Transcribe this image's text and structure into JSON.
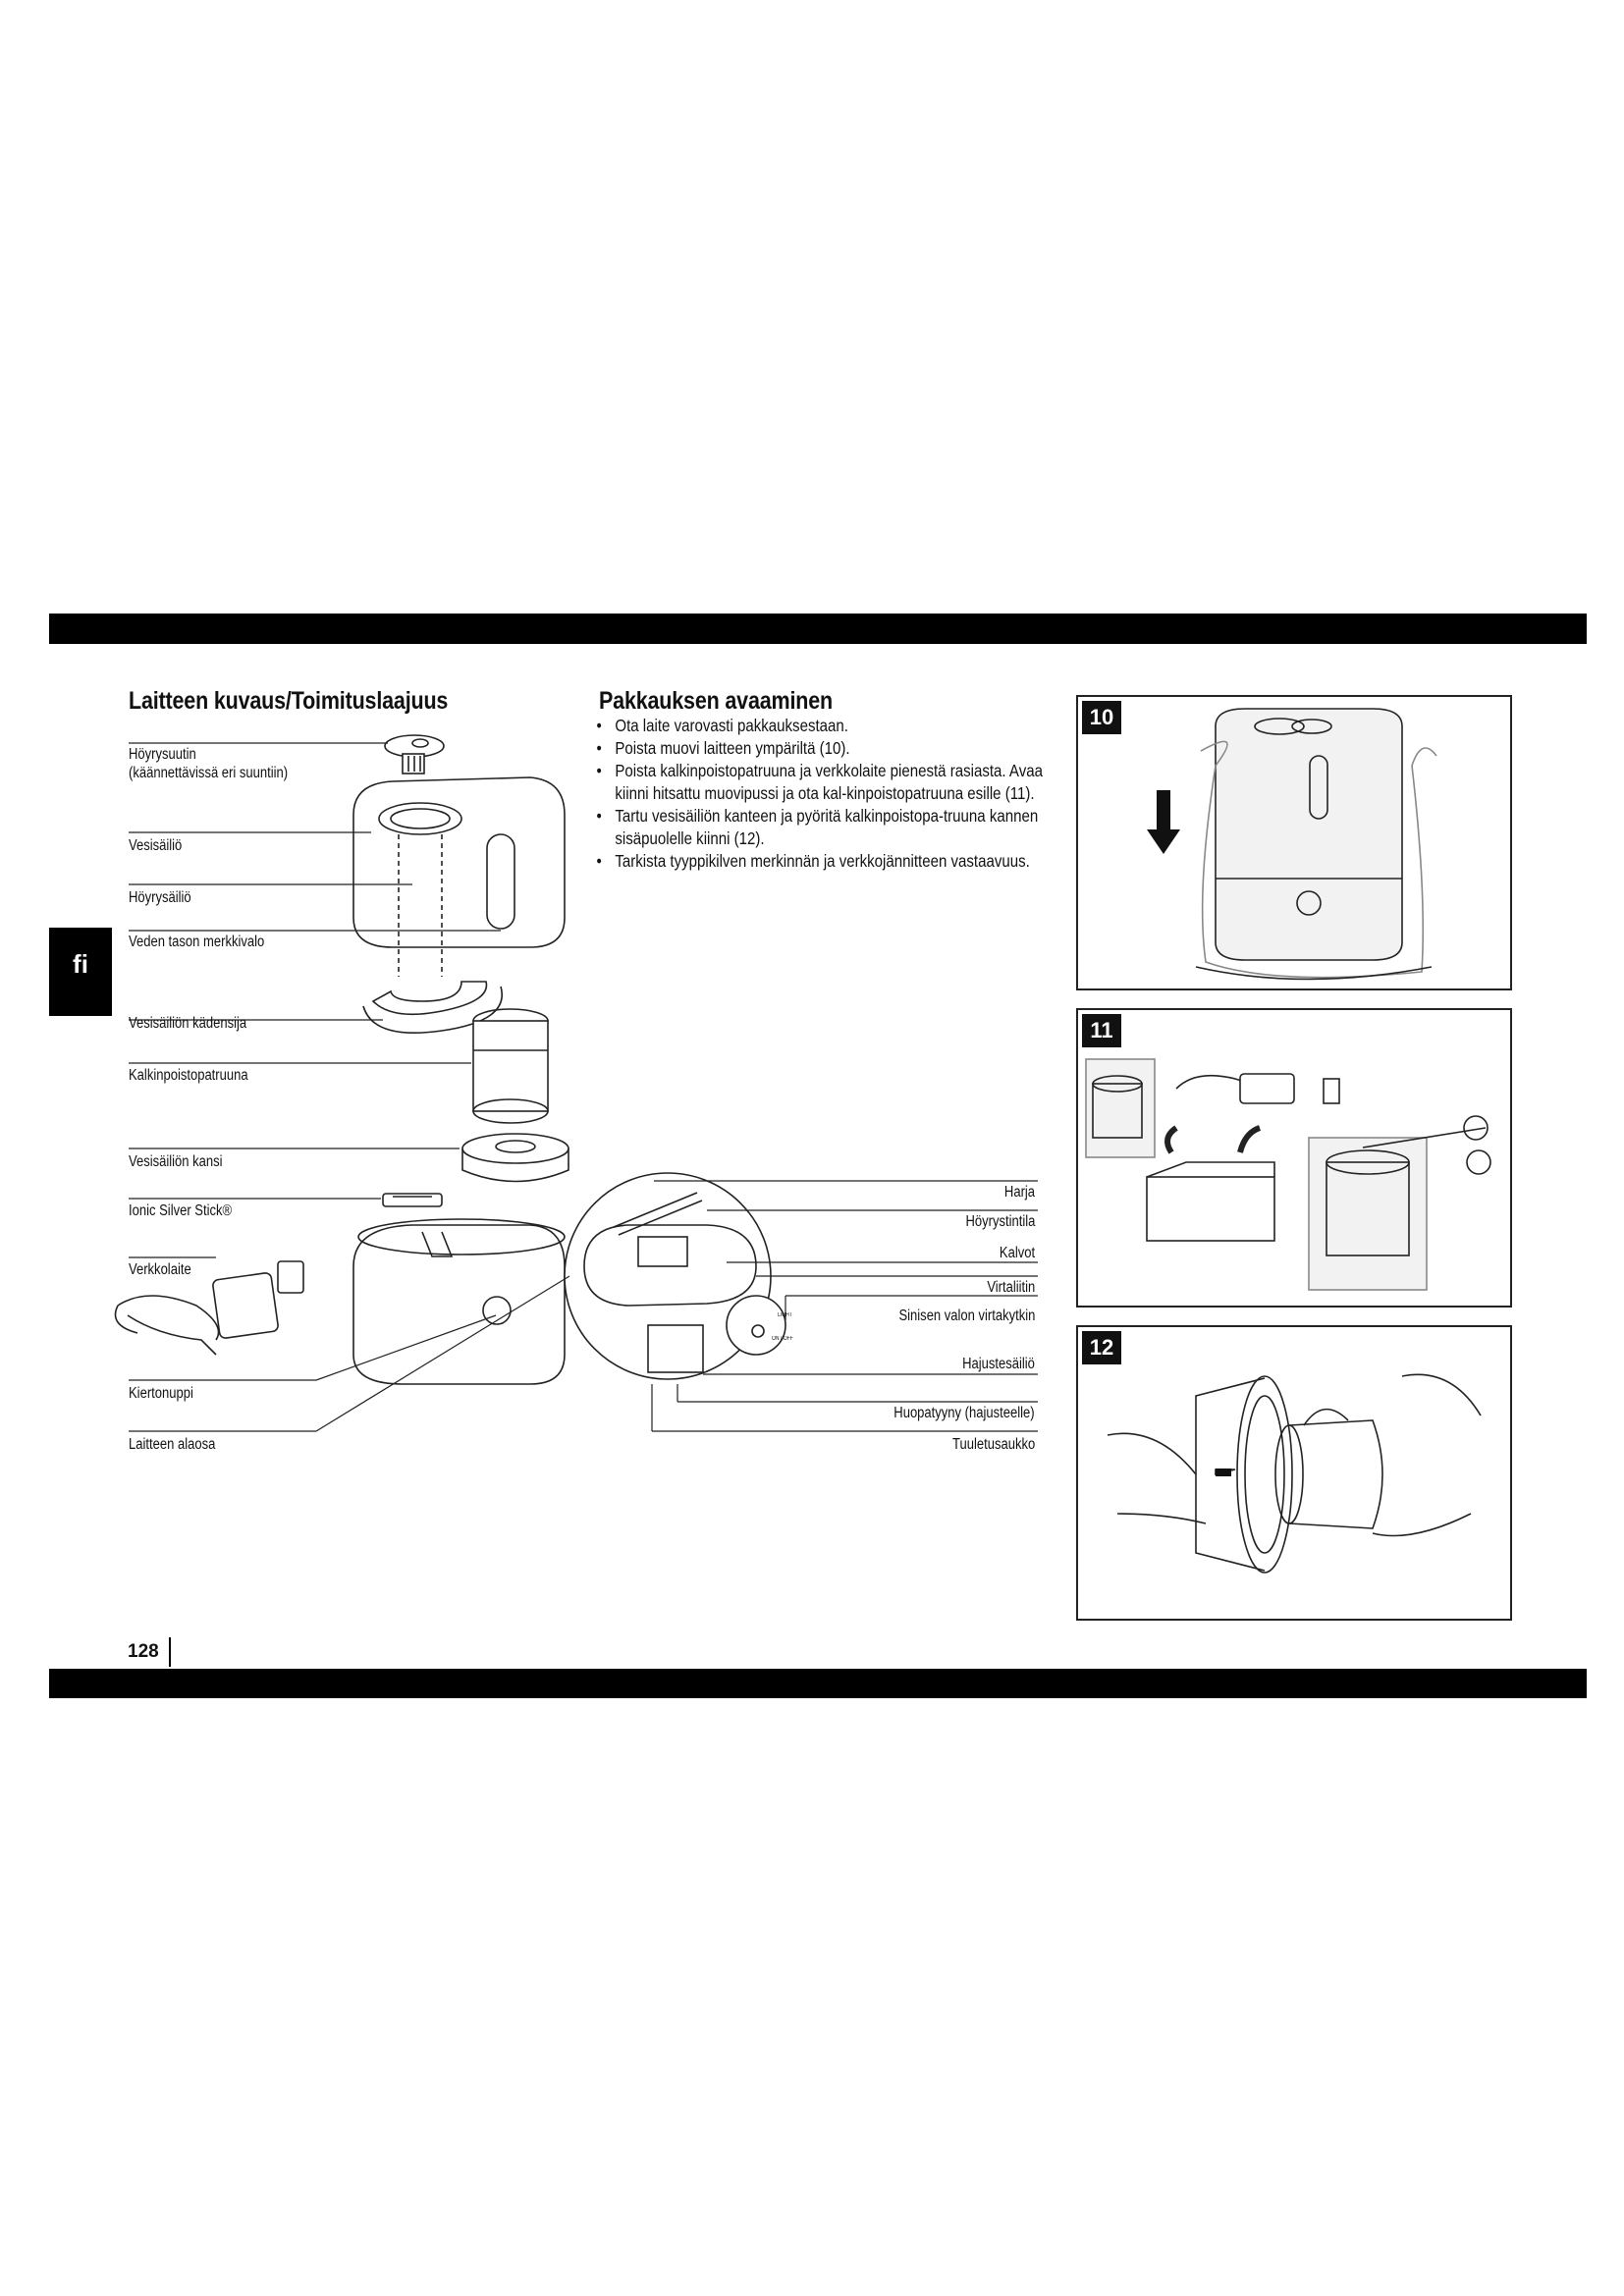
{
  "language_tab": "fi",
  "section_left": {
    "title": "Laitteen kuvaus/Toimituslaajuus",
    "labels": {
      "steam_nozzle": "Höyrysuutin",
      "steam_nozzle_note": "(käännettävissä eri suuntiin)",
      "water_tank": "Vesisäiliö",
      "steam_tank": "Höyrysäiliö",
      "water_level_indicator": "Veden tason merkkivalo",
      "tank_handle": "Vesisäiliön kädensija",
      "decalc_cartridge": "Kalkinpoistopatruuna",
      "tank_lid": "Vesisäiliön kansi",
      "ionic_stick": "Ionic Silver Stick®",
      "adapter": "Verkkolaite",
      "knob": "Kiertonuppi",
      "base": "Laitteen alaosa",
      "brush": "Harja",
      "steam_space": "Höyrystintila",
      "membranes": "Kalvot",
      "power_socket": "Virtaliitin",
      "blue_light_switch": "Sinisen valon virtakytkin",
      "fragrance_tank": "Hajustesäiliö",
      "felt_pad": "Huopatyyny (hajusteelle)",
      "vent": "Tuuletusaukko"
    },
    "switch_text": {
      "light": "LIGHT",
      "onoff": "ON / OFF"
    }
  },
  "section_right": {
    "title": "Pakkauksen avaaminen",
    "items": [
      "Ota laite varovasti pakkauksestaan.",
      "Poista muovi laitteen ympäriltä (10).",
      "Poista kalkinpoistopatruuna ja verkkolaite pienestä rasiasta. Avaa kiinni hitsattu muovipussi ja ota kal-kinpoistopatruuna esille (11).",
      "Tartu vesisäiliön kanteen ja pyöritä kalkinpoistopa-truuna kannen sisäpuolelle kiinni (12).",
      "Tarkista tyyppikilven merkinnän ja verkkojännitteen vastaavuus."
    ]
  },
  "figures": [
    "10",
    "11",
    "12"
  ],
  "page_number": "128"
}
